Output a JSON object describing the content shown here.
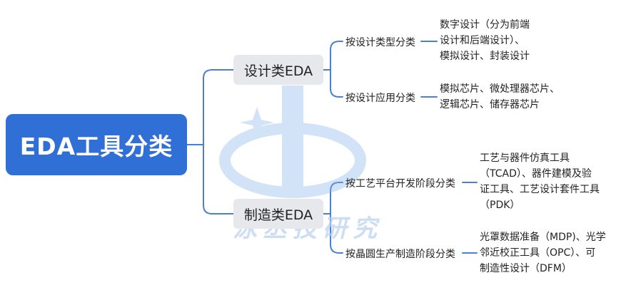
{
  "root": {
    "label": "EDA工具分类"
  },
  "branches": [
    {
      "label": "设计类EDA",
      "children": [
        {
          "label": "按设计类型分类",
          "leaf": [
            "数字设计（分为前端",
            "设计和后端设计）、",
            "模拟设计、封装设计"
          ]
        },
        {
          "label": "按设计应用分类",
          "leaf": [
            "模拟芯片、微处理器芯片、",
            "逻辑芯片、储存器芯片"
          ]
        }
      ]
    },
    {
      "label": "制造类EDA",
      "children": [
        {
          "label": "按工艺平台开发阶段分类",
          "leaf": [
            "工艺与器件仿真工具",
            "（TCAD）、器件建模及验",
            "证工具、工艺设计套件工具",
            "（PDK）"
          ]
        },
        {
          "label": "按晶圆生产制造阶段分类",
          "leaf": [
            "光罩数据准备（MDP)、光学",
            "邻近校正工具（OPC）、可",
            "制造性设计（DFM）"
          ]
        }
      ]
    }
  ],
  "watermark": {
    "text": "泳丞技研究"
  },
  "colors": {
    "root_bg": "#2f6fd6",
    "branch_bg": "#e6e8ec",
    "line": "#4a7fd4"
  }
}
